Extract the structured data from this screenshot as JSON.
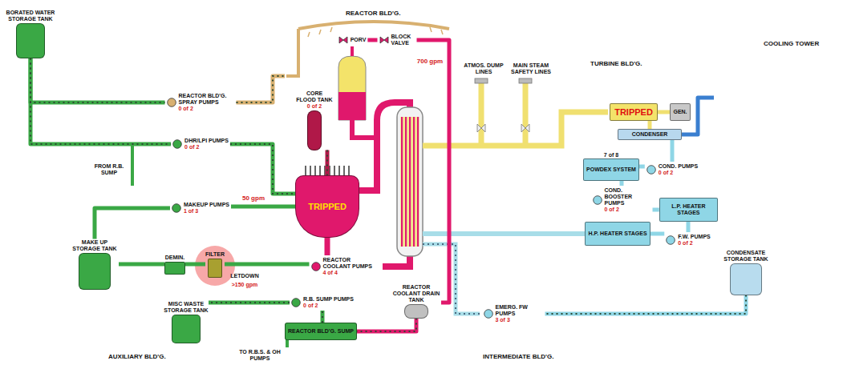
{
  "diagram": {
    "nodes": [
      {
        "text": [
          "BORATED WATER STORAGE TANK"
        ]
      },
      {
        "text": [
          "AUXILIARY BLD'G."
        ]
      },
      {
        "text": [
          "REACTOR BLD'G. SPRAY PUMPS",
          "0 of 2"
        ],
        "in": 1
      },
      {
        "text": [
          "DHR/LPI PUMPS",
          "0 of 2"
        ],
        "in": 1
      },
      {
        "text": [
          "MAKEUP PUMPS",
          "1 of 3"
        ],
        "in": 1
      },
      {
        "text": [
          "MAKE UP STORAGE TANK"
        ],
        "in": 1
      },
      {
        "text": [
          "DEMIN."
        ],
        "in": 1
      },
      {
        "text": [
          "FILTER"
        ],
        "in": 1
      },
      {
        "text": [
          "MISC WASTE STORAGE TANK"
        ],
        "in": 1
      },
      {
        "text": [
          "REACTOR BLD'G."
        ]
      },
      {
        "text": [
          "PORV"
        ],
        "in": 9
      },
      {
        "text": [
          "BLOCK VALVE"
        ],
        "in": 9
      },
      {
        "text": [
          "CORE FLOOD TANK",
          "0 of 2"
        ],
        "in": 9
      },
      {
        "text": [
          "TRIPPED"
        ],
        "in": 9
      },
      {
        "text": [
          "REACTOR COOLANT PUMPS",
          "4 of 4"
        ],
        "in": 9
      },
      {
        "text": [
          "R.B. SUMP PUMPS",
          "0 of 2"
        ],
        "in": 9
      },
      {
        "text": [
          "REACTOR COOLANT DRAIN TANK"
        ],
        "in": 9
      },
      {
        "text": [
          "REACTOR BLD'G. SUMP"
        ],
        "in": 9
      },
      {
        "text": [
          "INTERMEDIATE BLD'G."
        ]
      },
      {
        "text": [
          "EMERG. FW PUMPS",
          "3 of 3"
        ],
        "in": 18
      },
      {
        "text": [
          "TURBINE BLD'G."
        ]
      },
      {
        "text": [
          "TRIPPED"
        ],
        "in": 20
      },
      {
        "text": [
          "GEN."
        ],
        "in": 20
      },
      {
        "text": [
          "CONDENSER"
        ],
        "in": 20
      },
      {
        "text": [
          "7 of 8",
          "POWDEX SYSTEM"
        ],
        "in": 20
      },
      {
        "text": [
          "COND. PUMPS",
          "0 of 2"
        ],
        "in": 20
      },
      {
        "text": [
          "COND. BOOSTER PUMPS",
          "0 of 2"
        ],
        "in": 20
      },
      {
        "text": [
          "L.P. HEATER STAGES"
        ],
        "in": 20
      },
      {
        "text": [
          "H.P. HEATER STAGES"
        ],
        "in": 20
      },
      {
        "text": [
          "F.W. PUMPS",
          "0 of 2"
        ],
        "in": 20
      },
      {
        "text": [
          "CONDENSATE STORAGE TANK"
        ]
      },
      {
        "text": [
          "COOLING TOWER"
        ]
      }
    ],
    "edges": [
      {
        "from": 0,
        "to": 2,
        "arrow": "none"
      },
      {
        "from": 0,
        "to": 3,
        "arrow": "none"
      },
      {
        "from": 2,
        "to": 9,
        "arrow": "none"
      },
      {
        "from": 3,
        "to": 13,
        "arrow": "none"
      },
      {
        "from": 4,
        "to": 13,
        "arrow": "none"
      },
      {
        "from": 12,
        "to": 13,
        "arrow": "none"
      },
      {
        "from": 14,
        "to": 13,
        "arrow": "none"
      },
      {
        "from": 14,
        "to": 7,
        "arrow": "none"
      },
      {
        "from": 7,
        "to": 6,
        "arrow": "none"
      },
      {
        "from": 6,
        "to": 5,
        "arrow": "none"
      },
      {
        "from": 5,
        "to": 4,
        "arrow": "none"
      },
      {
        "from": 17,
        "to": 15,
        "arrow": "none"
      },
      {
        "from": 15,
        "to": 8,
        "arrow": "none"
      },
      {
        "from": 10,
        "to": 11,
        "arrow": "none"
      },
      {
        "from": 11,
        "to": 16,
        "arrow": "none"
      },
      {
        "from": 16,
        "to": 17,
        "arrow": "none"
      },
      {
        "from": 21,
        "to": 22,
        "arrow": "none"
      },
      {
        "from": 21,
        "to": 23,
        "arrow": "none"
      },
      {
        "from": 23,
        "to": 25,
        "arrow": "none"
      },
      {
        "from": 25,
        "to": 24,
        "arrow": "none"
      },
      {
        "from": 24,
        "to": 26,
        "arrow": "none"
      },
      {
        "from": 26,
        "to": 27,
        "arrow": "none"
      },
      {
        "from": 27,
        "to": 29,
        "arrow": "none"
      },
      {
        "from": 29,
        "to": 28,
        "arrow": "none"
      },
      {
        "from": 30,
        "to": 19,
        "arrow": "none"
      },
      {
        "from": 31,
        "to": 23,
        "arrow": "none"
      }
    ],
    "labels": [
      "700 gpm",
      "FROM R.B. SUMP",
      "50 gpm",
      "LETDOWN",
      ">150 gpm",
      "TO R.B.S. & OH PUMPS",
      "ATMOS. DUMP LINES",
      "MAIN STEAM SAFETY LINES"
    ]
  }
}
